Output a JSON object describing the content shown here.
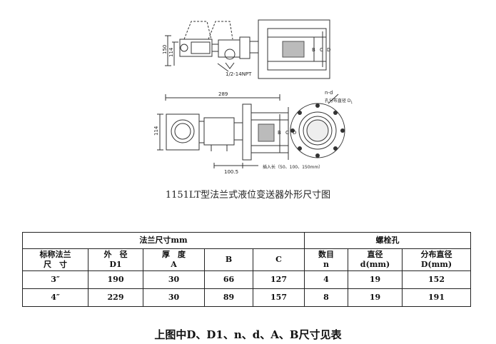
{
  "drawing": {
    "dims": {
      "height_total": "150",
      "height_body": "114",
      "npt": "1/2-14NPT",
      "length_total": "289",
      "bolt_spec": "n-d",
      "bolt_circle": "孔分布直径 D",
      "bolt_circle_sub": "1",
      "height_front": "114",
      "offset": "100.5",
      "insertion": "插入长（50、100、150mm）",
      "label_B": "B",
      "label_C": "C",
      "label_D": "D"
    }
  },
  "caption": "1151LT型法兰式液位变送器外形尺寸图",
  "table": {
    "group_flange": "法兰尺寸mm",
    "group_bolt": "螺栓孔",
    "col_nominal": [
      "标称法兰",
      "尺　寸"
    ],
    "col_od": [
      "外　径",
      "D1"
    ],
    "col_thick": [
      "厚　度",
      "A"
    ],
    "col_b": "B",
    "col_c": "C",
    "col_count": [
      "数目",
      "n"
    ],
    "col_dia": [
      "直径",
      "d(mm)"
    ],
    "col_pcd": [
      "分布直径",
      "D(mm)"
    ],
    "rows": [
      {
        "size": "3″",
        "d1": "190",
        "a": "30",
        "b": "66",
        "c": "127",
        "n": "4",
        "d": "19",
        "pcd": "152"
      },
      {
        "size": "4″",
        "d1": "229",
        "a": "30",
        "b": "89",
        "c": "157",
        "n": "8",
        "d": "19",
        "pcd": "191"
      }
    ]
  },
  "footnote": "上图中D、D1、n、d、A、B尺寸见表"
}
